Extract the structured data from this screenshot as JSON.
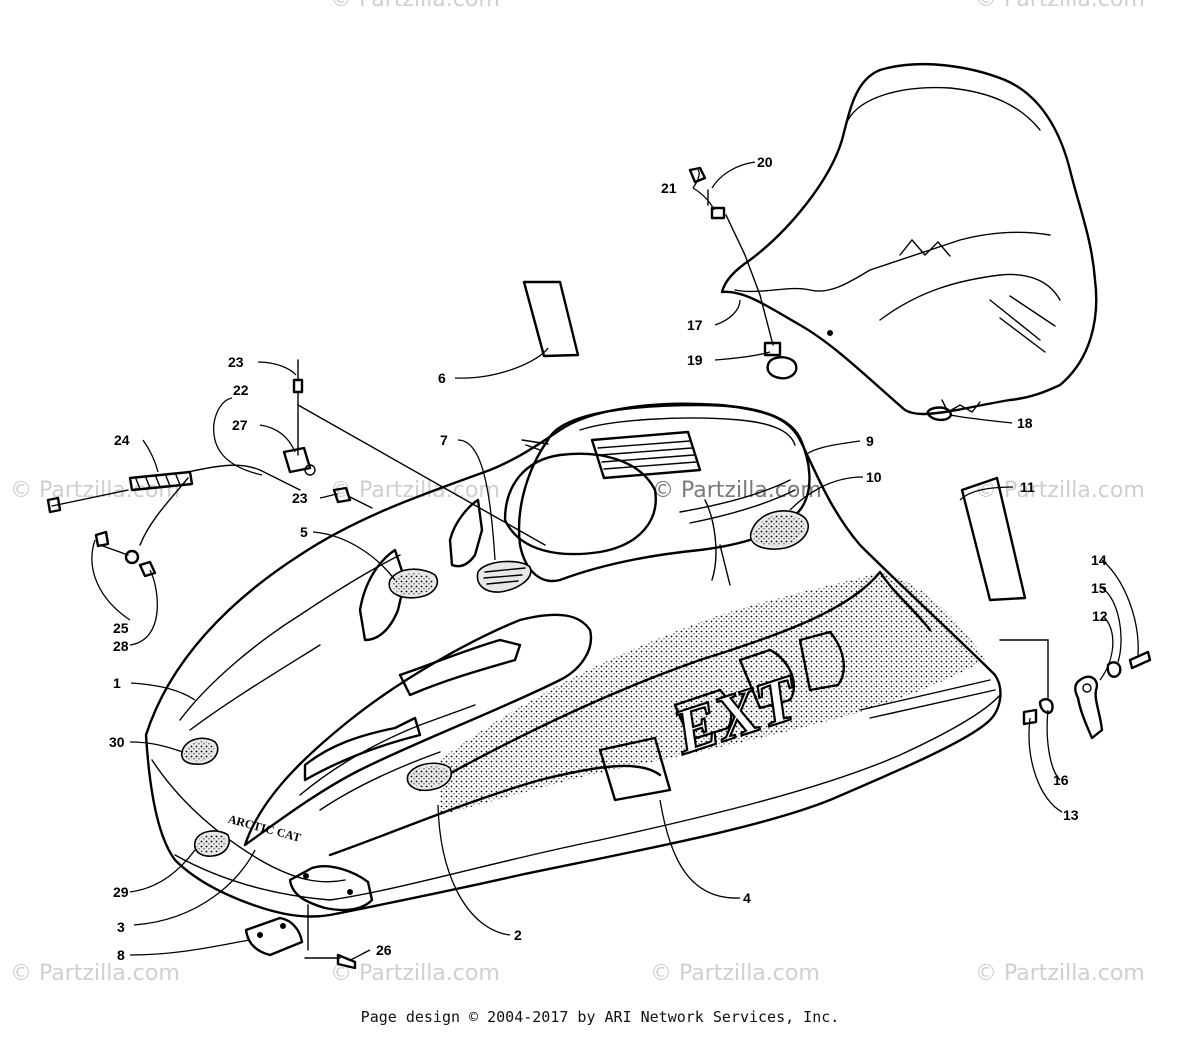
{
  "watermarks": [
    {
      "text": "© Partzilla.com"
    },
    {
      "text": "© Partzilla.com"
    },
    {
      "text": "© Partzilla.com"
    },
    {
      "text": "© Partzilla.com"
    },
    {
      "text": "© Partzilla.com"
    },
    {
      "text": "© Partzilla.com"
    },
    {
      "text": "© Partzilla.com"
    },
    {
      "text": "© Partzilla.com"
    },
    {
      "text": "© Partzilla.com"
    },
    {
      "text": "© Partzilla.com"
    }
  ],
  "hood_lettering": {
    "brand": "ARCTIC CAT",
    "model": "EXT"
  },
  "callouts": [
    "1",
    "2",
    "3",
    "4",
    "5",
    "6",
    "7",
    "8",
    "9",
    "10",
    "11",
    "12",
    "13",
    "14",
    "15",
    "16",
    "17",
    "18",
    "19",
    "20",
    "21",
    "22",
    "23",
    "23",
    "24",
    "25",
    "26",
    "27",
    "28",
    "29",
    "30"
  ],
  "footer": "Page design © 2004-2017 by ARI Network Services, Inc."
}
